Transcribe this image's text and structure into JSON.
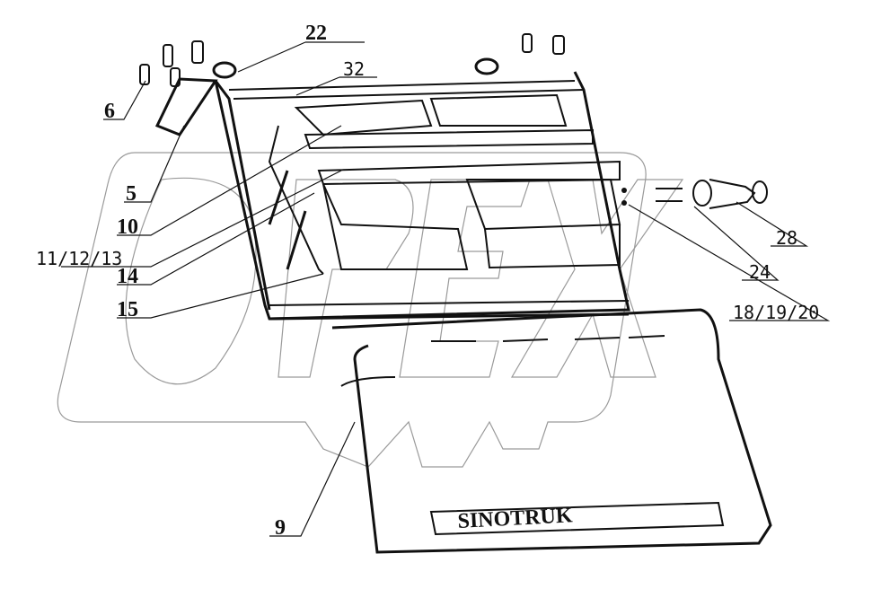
{
  "diagram": {
    "watermark": "OPEX",
    "brand_text": "SINOTRUK",
    "callouts": [
      "22",
      "32",
      "6",
      "5",
      "10",
      "11/12/13",
      "14",
      "15",
      "28",
      "24",
      "18/19/20",
      "9"
    ],
    "colors": {
      "lines": "#111111",
      "watermark": "#9a9a9a",
      "background": "#ffffff"
    }
  }
}
